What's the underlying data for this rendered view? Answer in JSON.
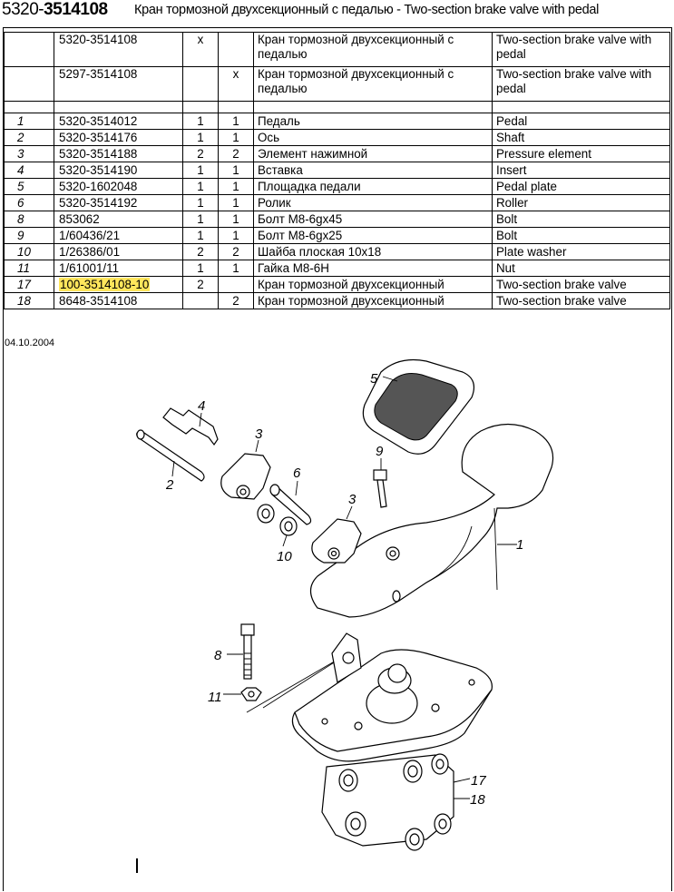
{
  "header": {
    "code_prefix": "5320-",
    "code_main": "3514108",
    "title": "Кран тормозной двухсекционный с педалью  -  Two-section brake valve with pedal"
  },
  "table": {
    "rows": [
      {
        "pos": "",
        "number": "5320-3514108",
        "q1": "x",
        "q2": "",
        "ru": "Кран тормозной двухсекционный с педалью",
        "en": "Two-section brake valve with pedal"
      },
      {
        "pos": "",
        "number": "5297-3514108",
        "q1": "",
        "q2": "x",
        "ru": "Кран тормозной двухсекционный с педалью",
        "en": "Two-section brake valve with pedal"
      },
      {
        "pos": "1",
        "number": "5320-3514012",
        "q1": "1",
        "q2": "1",
        "ru": "Педаль",
        "en": "Pedal"
      },
      {
        "pos": "2",
        "number": "5320-3514176",
        "q1": "1",
        "q2": "1",
        "ru": "Ось",
        "en": "Shaft"
      },
      {
        "pos": "3",
        "number": "5320-3514188",
        "q1": "2",
        "q2": "2",
        "ru": "Элемент нажимной",
        "en": "Pressure element"
      },
      {
        "pos": "4",
        "number": "5320-3514190",
        "q1": "1",
        "q2": "1",
        "ru": "Вставка",
        "en": "Insert"
      },
      {
        "pos": "5",
        "number": "5320-1602048",
        "q1": "1",
        "q2": "1",
        "ru": "Площадка педали",
        "en": "Pedal plate"
      },
      {
        "pos": "6",
        "number": "5320-3514192",
        "q1": "1",
        "q2": "1",
        "ru": "Ролик",
        "en": "Roller"
      },
      {
        "pos": "8",
        "number": "853062",
        "q1": "1",
        "q2": "1",
        "ru": "Болт М8-6gх45",
        "en": "Bolt"
      },
      {
        "pos": "9",
        "number": "1/60436/21",
        "q1": "1",
        "q2": "1",
        "ru": "Болт М8-6gх25",
        "en": "Bolt"
      },
      {
        "pos": "10",
        "number": "1/26386/01",
        "q1": "2",
        "q2": "2",
        "ru": "Шайба плоская 10х18",
        "en": "Plate washer"
      },
      {
        "pos": "11",
        "number": "1/61001/11",
        "q1": "1",
        "q2": "1",
        "ru": "Гайка М8-6Н",
        "en": "Nut"
      },
      {
        "pos": "17",
        "number": "100-3514108-10",
        "q1": "2",
        "q2": "",
        "ru": "Кран тормозной двухсекционный",
        "en": "Two-section brake valve",
        "highlight": true
      },
      {
        "pos": "18",
        "number": "8648-3514108",
        "q1": "",
        "q2": "2",
        "ru": "Кран тормозной двухсекционный",
        "en": "Two-section brake valve"
      }
    ]
  },
  "date": "04.10.2004",
  "callouts": {
    "c1": "1",
    "c2": "2",
    "c3a": "3",
    "c3b": "3",
    "c4": "4",
    "c5": "5",
    "c6": "6",
    "c8": "8",
    "c9": "9",
    "c10": "10",
    "c11": "11",
    "c17": "17",
    "c18": "18"
  },
  "colors": {
    "highlight": "#ffe65c"
  }
}
